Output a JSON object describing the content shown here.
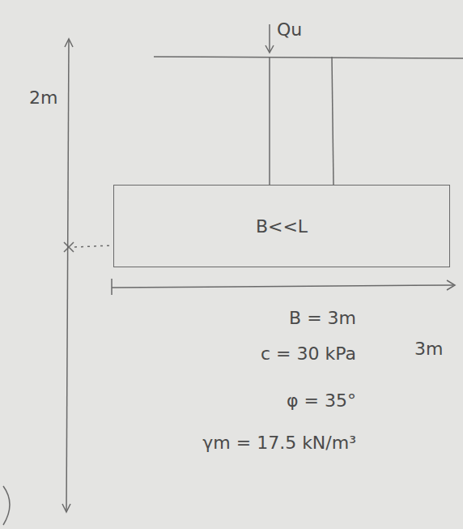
{
  "diagram": {
    "nodes": [
      {
        "text": [
          "B<<L"
        ]
      }
    ],
    "labels": [
      "Qu",
      "2m",
      "3m",
      "B = 3m",
      "c = 30 kPa",
      "φ = 35°",
      "γm = 17.5 kN/m³"
    ]
  }
}
